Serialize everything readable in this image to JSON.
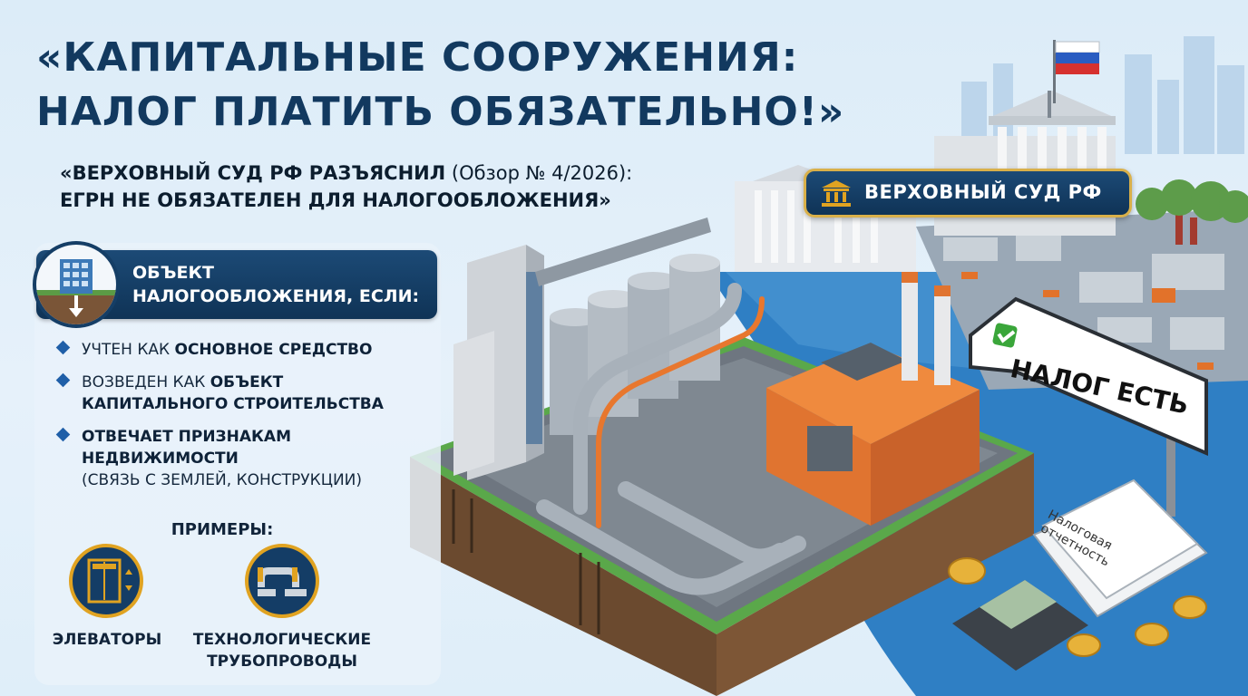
{
  "title": {
    "line1": "«КАПИТАЛЬНЫЕ СООРУЖЕНИЯ:",
    "line2": "НАЛОГ ПЛАТИТЬ ОБЯЗАТЕЛЬНО!»"
  },
  "subtitle": {
    "part1": "«ВЕРХОВНЫЙ СУД РФ РАЗЪЯСНИЛ",
    "part2": " (Обзор № 4/2026):",
    "line2": "ЕГРН НЕ ОБЯЗАТЕЛЕН ДЛЯ  НАЛОГООБЛОЖЕНИЯ»"
  },
  "object_section": {
    "icon": "building-foundation-icon",
    "line1": "ОБЪЕКТ",
    "line2": "НАЛОГООБЛОЖЕНИЯ, ЕСЛИ:"
  },
  "criteria": [
    {
      "prefix": "УЧТЕН КАК ",
      "bold": "ОСНОВНОЕ СРЕДСТВО",
      "rest": ""
    },
    {
      "prefix": "ВОЗВЕДЕН КАК ",
      "bold": "ОБЪЕКТ",
      "rest": "КАПИТАЛЬНОГО СТРОИТЕЛЬСТВА"
    },
    {
      "prefix": "",
      "bold": "ОТВЕЧАЕТ ПРИЗНАКАМ НЕДВИЖИМОСТИ",
      "rest": "(СВЯЗЬ С ЗЕМЛЕЙ, КОНСТРУКЦИИ)"
    }
  ],
  "examples": {
    "heading": "ПРИМЕРЫ:",
    "items": [
      {
        "icon": "elevator-icon",
        "line1": "ЭЛЕВАТОРЫ",
        "line2": ""
      },
      {
        "icon": "pipeline-icon",
        "line1": "ТЕХНОЛОГИЧЕСКИЕ",
        "line2": "ТРУБОПРОВОДЫ"
      }
    ]
  },
  "court_badge": {
    "icon": "courthouse-icon",
    "label": "ВЕРХОВНЫЙ СУД РФ"
  },
  "tax_sign": {
    "icon": "checkmark-icon",
    "label": "НАЛОГ ЕСТЬ"
  },
  "tax_report": {
    "line1": "Налоговая",
    "line2": "отчетность"
  },
  "colors": {
    "navy": "#12395f",
    "accent_gold": "#e0a321",
    "orange": "#e8772e",
    "check_green": "#3aa63a"
  }
}
